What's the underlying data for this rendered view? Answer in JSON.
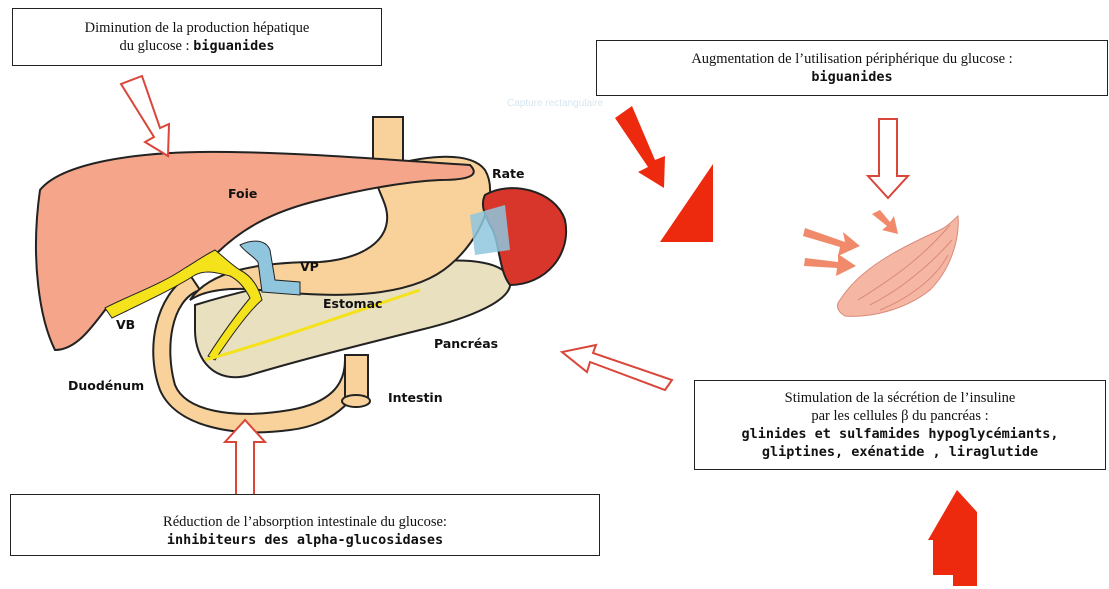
{
  "boxes": {
    "liver": {
      "line1": "Diminution de la production hépatique",
      "line2_prefix": "du glucose : ",
      "line2_bold": "biguanides"
    },
    "muscle": {
      "line1": "Augmentation de l’utilisation périphérique du glucose :",
      "line2_bold": "biguanides"
    },
    "pancreas": {
      "line1": "Stimulation de la sécrétion de l’insuline",
      "line2": "par les cellules β du pancréas :",
      "line3_bold": "glinides et sulfamides hypoglycémiants,",
      "line4_bold": "gliptines, exénatide , liraglutide"
    },
    "intestine": {
      "line1": "Réduction de l’absorption intestinale du glucose:",
      "line2_bold": "inhibiteurs des alpha-glucosidases"
    }
  },
  "anatomy_labels": {
    "foie": "Foie",
    "rate": "Rate",
    "vp": "VP",
    "estomac": "Estomac",
    "vb": "VB",
    "pancreas": "Pancréas",
    "duodenum": "Duodénum",
    "intestin": "Intestin"
  },
  "overlay_text": "Capture rectangulaire",
  "colors": {
    "arrow_outline": "#d9463a",
    "arrow_solid": "#ee2a0e",
    "liver": "#f4a58a",
    "stomach": "#f8d29a",
    "spleen": "#d8362a",
    "pancreas": "#e9e0c0",
    "bile": "#f4e21a",
    "vein": "#8fc6de",
    "muscle": "#f6b6a4"
  }
}
